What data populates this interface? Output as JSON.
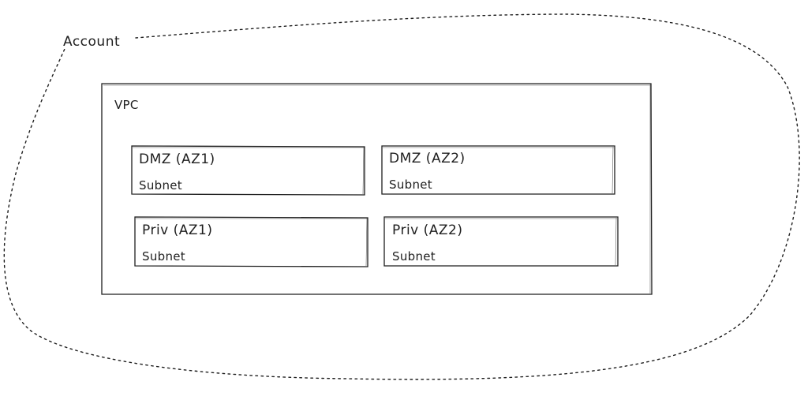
{
  "account": {
    "label": "Account"
  },
  "vpc": {
    "label": "VPC"
  },
  "subnets": [
    {
      "title": "DMZ (AZ1)",
      "caption": "Subnet"
    },
    {
      "title": "DMZ (AZ2)",
      "caption": "Subnet"
    },
    {
      "title": "Priv (AZ1)",
      "caption": "Subnet"
    },
    {
      "title": "Priv (AZ2)",
      "caption": "Subnet"
    }
  ],
  "colors": {
    "stroke": "#1e1e1e",
    "background": "#ffffff"
  }
}
